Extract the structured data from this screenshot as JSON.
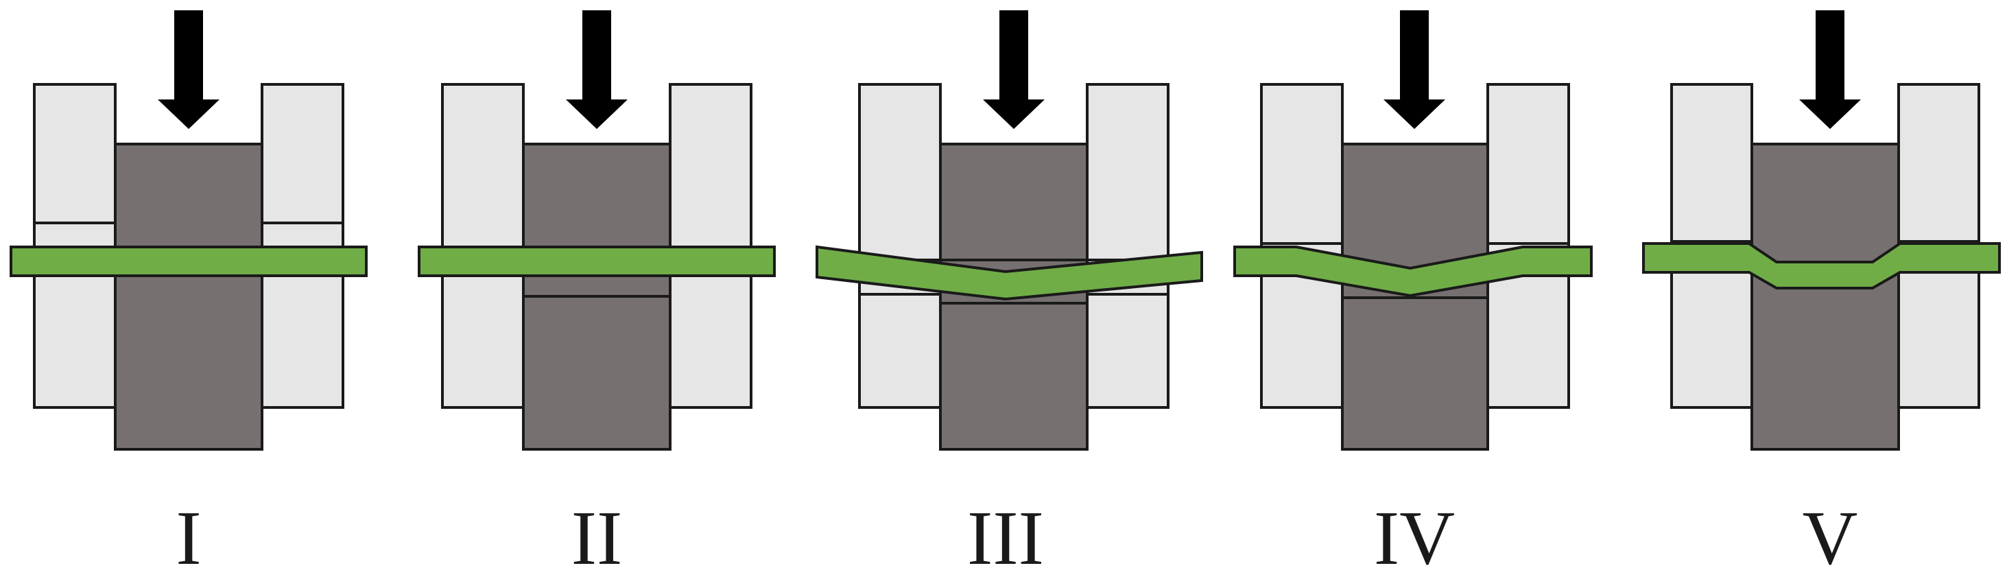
{
  "stages": [
    {
      "label": "I",
      "state": "flat"
    },
    {
      "label": "II",
      "state": "flat"
    },
    {
      "label": "III",
      "state": "bent"
    },
    {
      "label": "IV",
      "state": "bent"
    },
    {
      "label": "V",
      "state": "flat-bottom"
    }
  ],
  "colors": {
    "outer_die": "#e6e6e6",
    "inner_punch": "#767170",
    "sheet": "#70ad47",
    "arrow": "#000000",
    "outline": "#1a1a1a"
  },
  "icons": {
    "arrow": "down-arrow-icon"
  }
}
